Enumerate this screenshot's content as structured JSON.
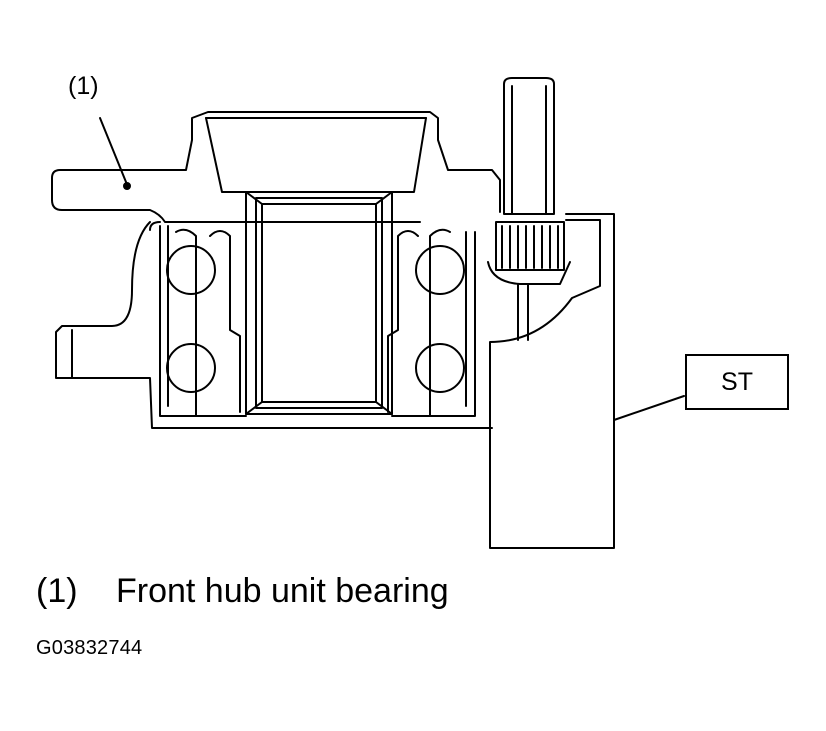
{
  "callout": {
    "label": "(1)"
  },
  "tool_label": "ST",
  "caption": {
    "number": "(1)",
    "text": "Front hub unit bearing"
  },
  "figure_id": "G03832744"
}
